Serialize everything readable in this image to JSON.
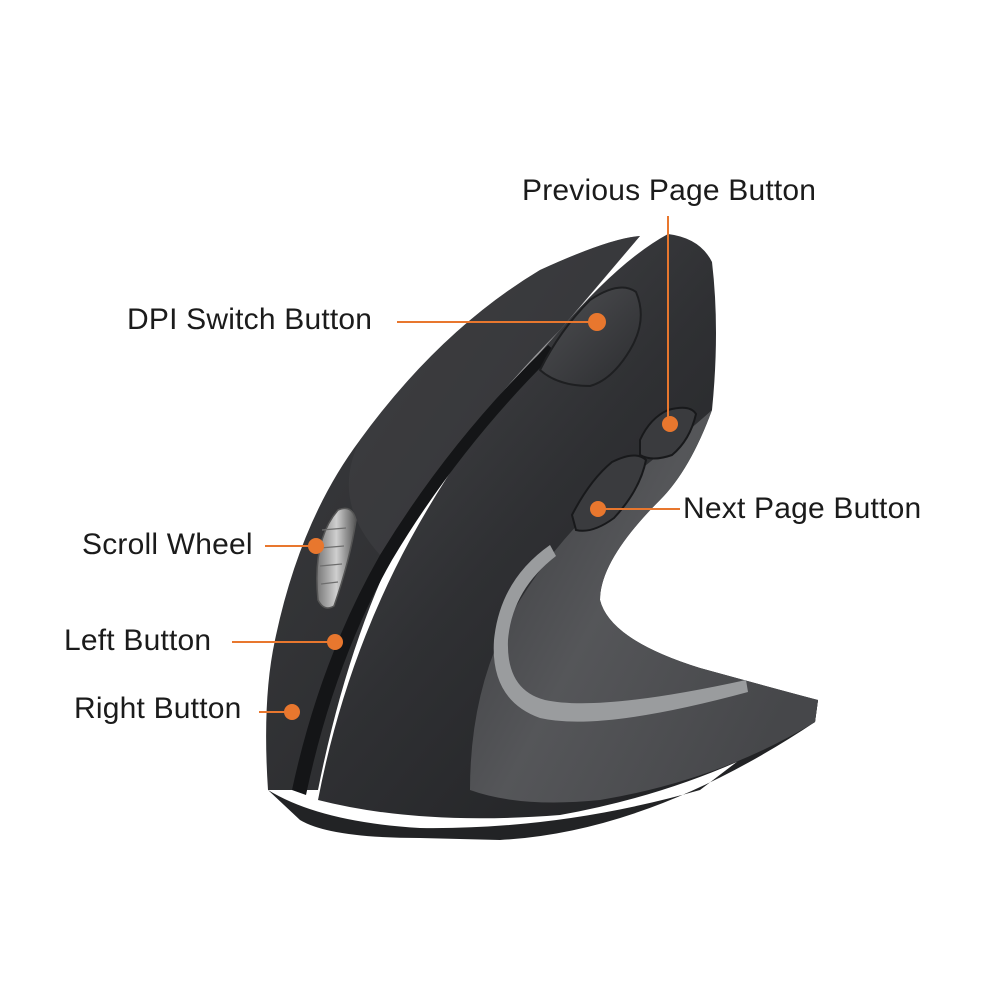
{
  "figure": {
    "subject": "vertical-ergonomic-mouse",
    "accent_color": "#e8772e",
    "body_color": "#2e2f31",
    "accent_stripe_color": "#9a9c9e"
  },
  "callouts": [
    {
      "id": "previous-page",
      "label": "Previous Page Button"
    },
    {
      "id": "dpi-switch",
      "label": "DPI Switch Button"
    },
    {
      "id": "next-page",
      "label": "Next Page Button"
    },
    {
      "id": "scroll-wheel",
      "label": "Scroll Wheel"
    },
    {
      "id": "left-button",
      "label": "Left Button"
    },
    {
      "id": "right-button",
      "label": "Right Button"
    }
  ]
}
